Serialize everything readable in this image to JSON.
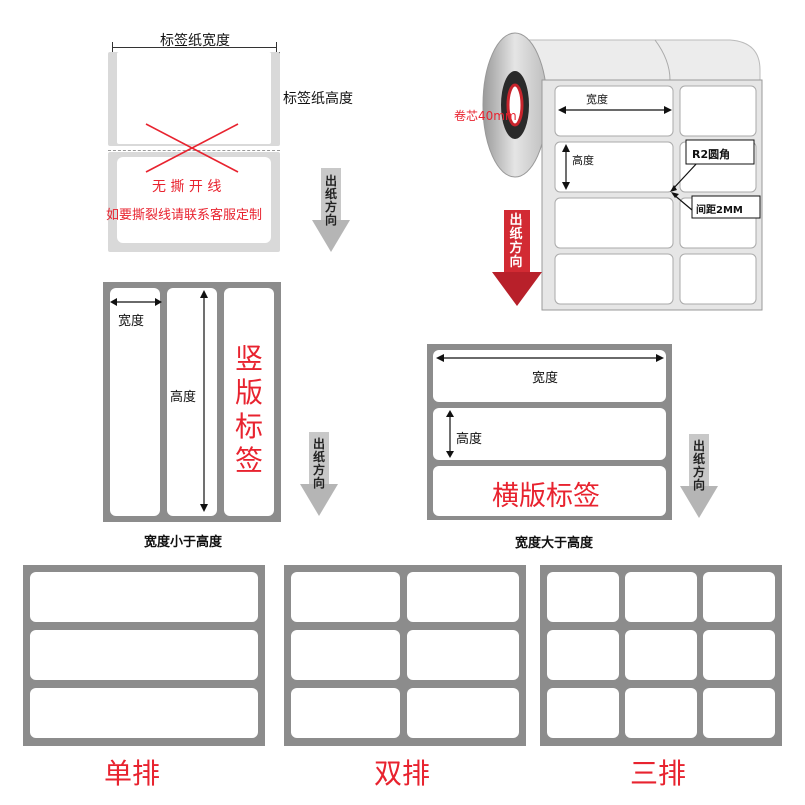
{
  "section_top_left": {
    "width_label": "标签纸宽度",
    "height_label": "标签纸高度",
    "no_tear_label": "无 撕 开 线",
    "custom_note": "如要撕裂线请联系客服定制",
    "direction_label": "出纸方向"
  },
  "section_top_right": {
    "core_label": "卷芯40mm",
    "width_label": "宽度",
    "height_label": "高度",
    "corner_label": "R2圆角",
    "gap_label": "间距2MM",
    "direction_label": "出纸方向"
  },
  "section_vertical": {
    "width_label": "宽度",
    "height_label": "高度",
    "title": "竖版标签",
    "caption": "宽度小于高度",
    "direction_label": "出纸方向"
  },
  "section_horizontal": {
    "width_label": "宽度",
    "height_label": "高度",
    "title": "横版标签",
    "caption": "宽度大于高度",
    "direction_label": "出纸方向"
  },
  "rows": {
    "single": "单排",
    "double": "双排",
    "triple": "三排"
  },
  "colors": {
    "frame": "#8c8c8c",
    "accent_red": "#e8232f",
    "arrow_gray": "#b5b5b5",
    "arrow_red": "#c8242c"
  }
}
